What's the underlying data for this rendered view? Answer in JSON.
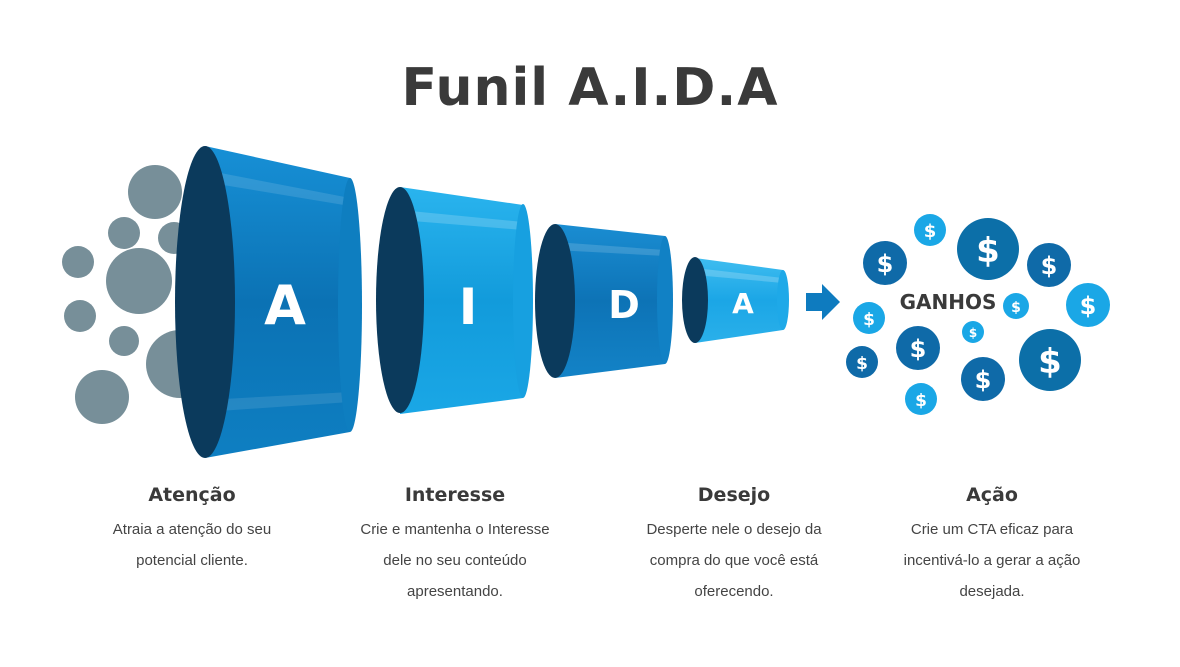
{
  "title": "Funil A.I.D.A",
  "funnel": {
    "letters": [
      "A",
      "I",
      "D",
      "A"
    ],
    "gains_label": "GANHOS",
    "dollar_glyph": "$",
    "colors": {
      "dark_blue": "#0c6fa8",
      "mid_blue": "#1a8fd0",
      "light_blue": "#1aa9e6",
      "inner": "#0b3a5c",
      "gray_dots": "#778f99",
      "text_dark": "#3a3a3a"
    }
  },
  "stages": [
    {
      "title": "Atenção",
      "lines": [
        "Atraia a atenção do seu",
        "potencial cliente."
      ]
    },
    {
      "title": "Interesse",
      "lines": [
        "Crie e mantenha o Interesse",
        "dele no seu conteúdo",
        "apresentando."
      ]
    },
    {
      "title": "Desejo",
      "lines": [
        "Desperte nele o desejo da",
        "compra do que você está",
        "oferecendo."
      ]
    },
    {
      "title": "Ação",
      "lines": [
        "Crie um CTA eficaz para",
        "incentivá-lo a gerar a ação",
        "desejada."
      ]
    }
  ]
}
